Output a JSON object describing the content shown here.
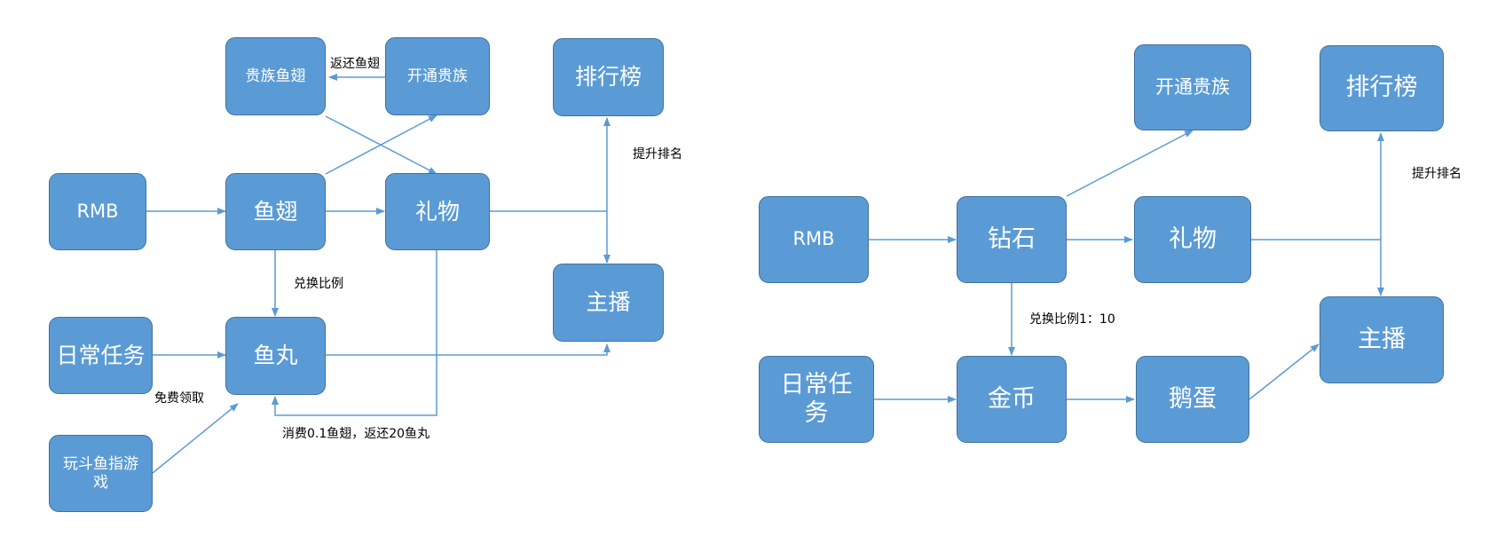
{
  "left_diagram": {
    "nodes": {
      "rmb": "RMB",
      "yuchi": "鱼翅",
      "liwu": "礼物",
      "guizu_yuchi": "贵族鱼翅",
      "kaitong_guizu": "开通贵族",
      "paihangbang": "排行榜",
      "zhubo": "主播",
      "richang_renwu": "日常任务",
      "yuwan": "鱼丸",
      "wan_douyu_zhi_youxi": "玩斗鱼指游戏"
    },
    "labels": {
      "fanhuan_yuchi": "返还鱼翅",
      "tisheng_paiming": "提升排名",
      "duihuan_bili": "兑换比例",
      "mianfei_lingqu": "免费领取",
      "xiaofei": "消费0.1鱼翅，返还20鱼丸"
    }
  },
  "right_diagram": {
    "nodes": {
      "rmb": "RMB",
      "zuanshi": "钻石",
      "liwu": "礼物",
      "kaitong_guizu": "开通贵族",
      "paihangbang": "排行榜",
      "zhubo": "主播",
      "richang_renwu": "日常任务",
      "jinbi": "金币",
      "edan": "鹅蛋"
    },
    "labels": {
      "tisheng_paiming": "提升排名",
      "duihuan_bili": "兑换比例1：10"
    }
  },
  "colors": {
    "node_fill": "#5b9bd5",
    "node_border": "#41719c",
    "node_text": "#ffffff",
    "arrow": "#5b9bd5",
    "label_text": "#000000"
  }
}
